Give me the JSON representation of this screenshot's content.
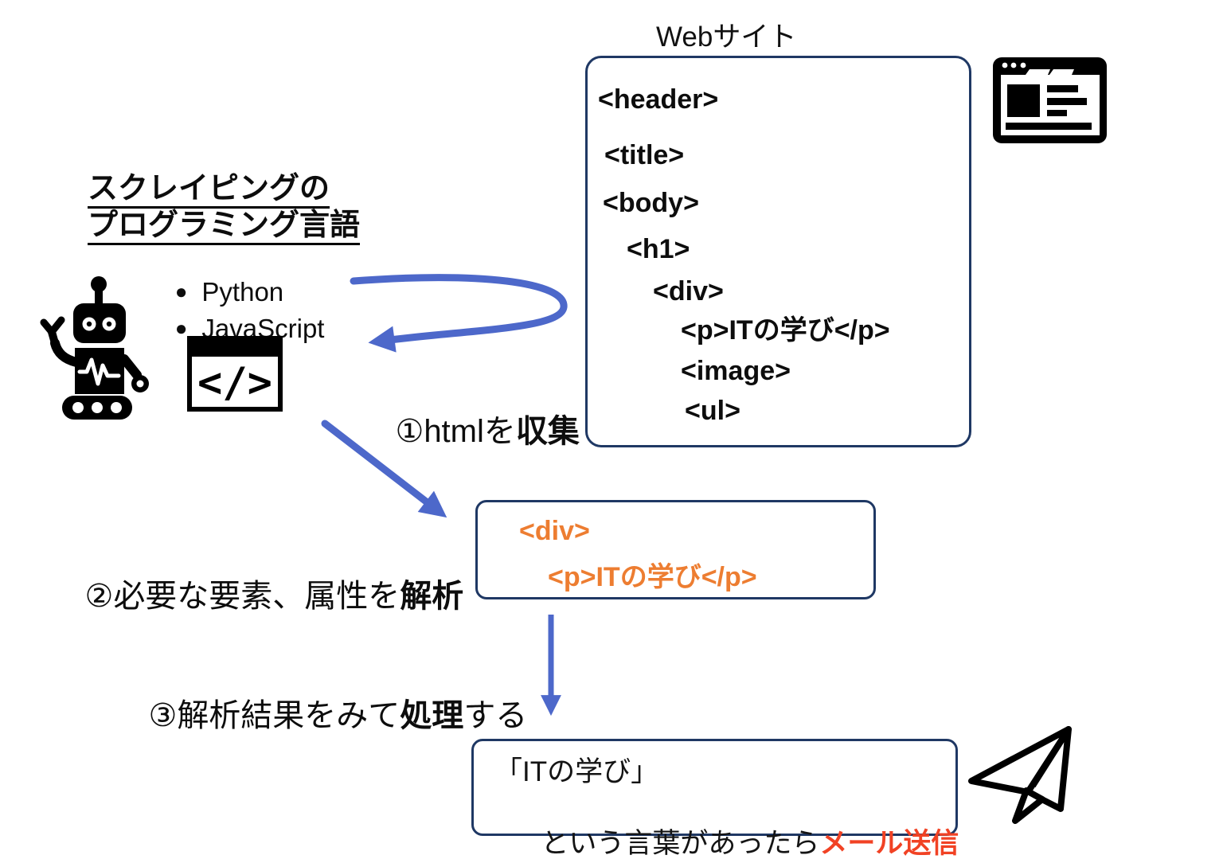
{
  "website": {
    "label": "Webサイト",
    "tags": [
      {
        "text": "<header>"
      },
      {
        "text": "<title>"
      },
      {
        "text": "<body>"
      },
      {
        "text": "<h1>"
      },
      {
        "text": "<div>"
      },
      {
        "text": "<p>ITの学び</p>"
      },
      {
        "text": "<image>"
      },
      {
        "text": "<ul>"
      }
    ]
  },
  "languages_panel": {
    "title_line1": "スクレイピングの",
    "title_line2": "プログラミング言語",
    "bullet": "●",
    "items": [
      {
        "label": "Python"
      },
      {
        "label": "JavaScript"
      }
    ]
  },
  "steps": {
    "step1": {
      "pre": "①htmlを",
      "bold": "収集",
      "suf": ""
    },
    "step2": {
      "pre": "②必要な要素、属性を",
      "bold": "解析",
      "suf": ""
    },
    "step3": {
      "pre": "③解析結果をみて",
      "bold": "処理",
      "suf": "する"
    }
  },
  "parsed_box": {
    "line1": "<div>",
    "line2": "<p>ITの学び</p>"
  },
  "result_box": {
    "line1": "「ITの学び」",
    "line2_pre": "という言葉があったら",
    "line2_em": "メール送信"
  },
  "icons": {
    "browser": "browser-window-icon",
    "robot": "robot-icon",
    "code": "code-window-icon",
    "plane": "paper-plane-icon"
  },
  "colors": {
    "arrow_blue": "#4d68ca",
    "border_navy": "#1f3864",
    "tag_orange": "#ed7d31",
    "alert_red": "#f14224",
    "icon_black": "#000000"
  }
}
